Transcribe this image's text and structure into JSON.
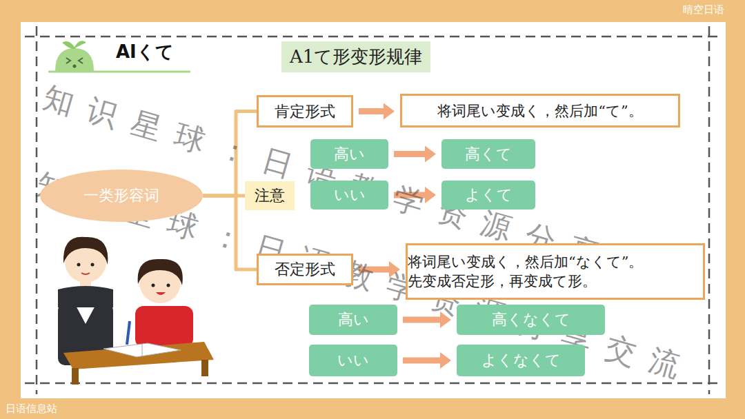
{
  "diagram": {
    "title": "A1て形变形规律",
    "nodes": [
      {
        "text": [
          "一类形容词"
        ]
      },
      {
        "text": [
          "肯定形式"
        ]
      },
      {
        "text": [
          "将词尾い变成く，然后加“て”。"
        ]
      },
      {
        "text": [
          "高い"
        ]
      },
      {
        "text": [
          "高くて"
        ]
      },
      {
        "text": [
          "注意"
        ]
      },
      {
        "text": [
          "いい"
        ]
      },
      {
        "text": [
          "よくて"
        ]
      },
      {
        "text": [
          "否定形式"
        ]
      },
      {
        "text": [
          "将词尾い变成く，然后加“なくて”。",
          "先变成否定形，再变成て形。"
        ]
      },
      {
        "text": [
          "高い"
        ]
      },
      {
        "text": [
          "高くなくて"
        ]
      },
      {
        "text": [
          "いい"
        ]
      },
      {
        "text": [
          "よくなくて"
        ]
      }
    ],
    "edges": [
      {
        "from": 0,
        "to": 1,
        "arrow": "none"
      },
      {
        "from": 0,
        "to": 5,
        "arrow": "none"
      },
      {
        "from": 0,
        "to": 8,
        "arrow": "none"
      },
      {
        "from": 1,
        "to": 2,
        "arrow": "to"
      },
      {
        "from": 3,
        "to": 4,
        "arrow": "to"
      },
      {
        "from": 6,
        "to": 7,
        "arrow": "to"
      },
      {
        "from": 8,
        "to": 9,
        "arrow": "to"
      },
      {
        "from": 10,
        "to": 11,
        "arrow": "to"
      },
      {
        "from": 12,
        "to": 13,
        "arrow": "to"
      }
    ],
    "labels": [
      "AIくて",
      "知识星球：日语教学资源分享交流",
      "知识星球：日语教学资源分享交流",
      "晴空日语",
      "日语信息站"
    ]
  }
}
